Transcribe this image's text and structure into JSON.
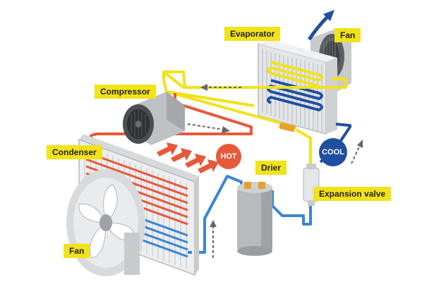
{
  "labels": {
    "evaporator": "Evaporator",
    "fan_top": "Fan",
    "compressor": "Compressor",
    "condenser": "Condenser",
    "drier": "Drier",
    "expansion_valve": "Expansion valve",
    "fan_bottom": "Fan"
  },
  "badges": {
    "hot": "HOT",
    "cool": "COOL"
  },
  "colors": {
    "label_bg": "#f2e21a",
    "hot_line": "#e8583a",
    "cool_line": "#3a86d4",
    "suction_line": "#f2e21a",
    "cool_badge": "#1f4fa0",
    "hot_badge": "#e8583a",
    "airflow_arrow": "#1f4fa0"
  }
}
